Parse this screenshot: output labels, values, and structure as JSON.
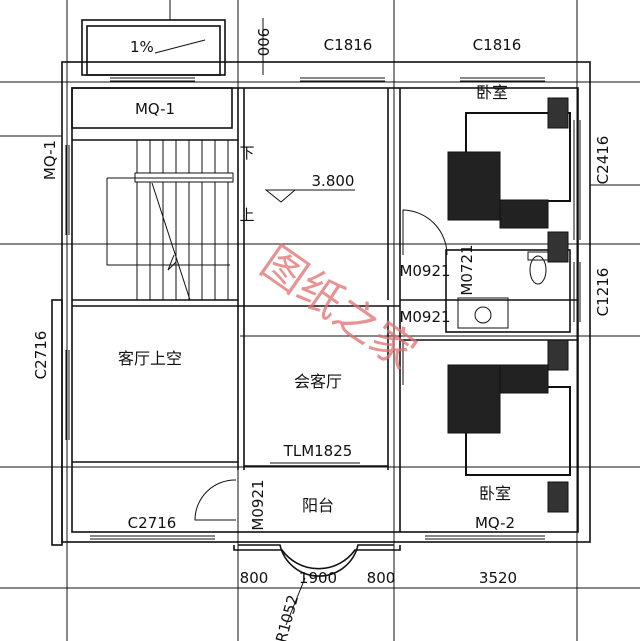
{
  "labels": {
    "slope": "1%",
    "dim_900": "900",
    "window_top_1": "C1816",
    "window_top_2": "C1816",
    "wall_mq1_top": "MQ-1",
    "wall_mq1_left": "MQ-1",
    "bedroom_top": "卧室",
    "stair_down": "下",
    "stair_up": "上",
    "elevation": "3.800",
    "window_right_1": "C2416",
    "door_m0921_a": "M0921",
    "door_m0721": "M0721",
    "door_m0921_b": "M0921",
    "window_right_2": "C1216",
    "window_left": "C2716",
    "void_living": "客厅上空",
    "reception": "会客厅",
    "sliding_door": "TLM1825",
    "balcony": "阳台",
    "door_m0921_c": "M0921",
    "window_bottom": "C2716",
    "bedroom_bottom": "卧室",
    "wall_mq2": "MQ-2",
    "radius": "R1052"
  },
  "dimensions": [
    "800",
    "1900",
    "800",
    "3520"
  ],
  "watermark": "图纸之家",
  "colors": {
    "lines": "#111111",
    "watermark": "#e07070"
  }
}
